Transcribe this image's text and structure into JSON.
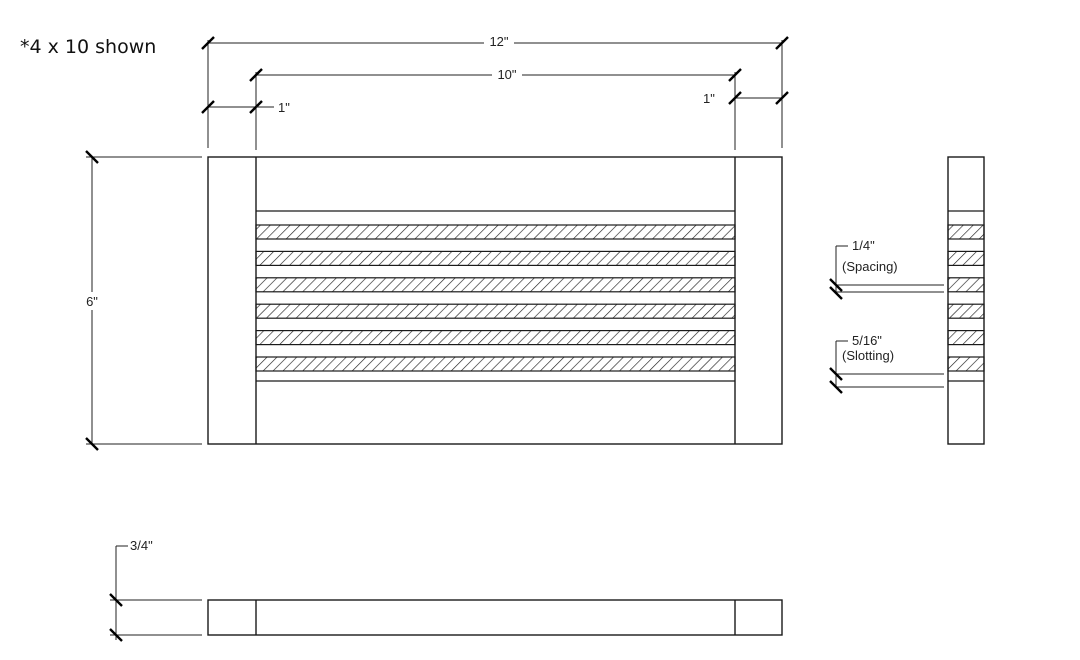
{
  "note": "*4 x 10 shown",
  "dimensions": {
    "overall_width": "12\"",
    "inner_width": "10\"",
    "left_stile": "1\"",
    "right_stile": "1\"",
    "height": "6\"",
    "thickness": "3/4\""
  },
  "callouts": {
    "spacing_value": "1/4\"",
    "spacing_label": "(Spacing)",
    "slotting_value": "5/16\"",
    "slotting_label": "(Slotting)"
  },
  "slot_count": 6
}
